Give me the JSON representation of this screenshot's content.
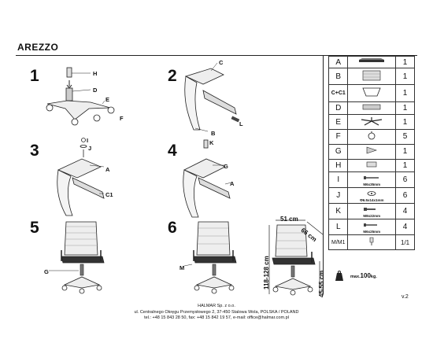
{
  "header": {
    "title": "AREZZO"
  },
  "steps": [
    {
      "number": "1",
      "labels": [
        "H",
        "D",
        "E",
        "F"
      ]
    },
    {
      "number": "2",
      "labels": [
        "C",
        "B",
        "L"
      ]
    },
    {
      "number": "3",
      "labels": [
        "I",
        "J",
        "A",
        "C1"
      ]
    },
    {
      "number": "4",
      "labels": [
        "K",
        "G",
        "A"
      ]
    },
    {
      "number": "5",
      "labels": [
        "G"
      ]
    },
    {
      "number": "6",
      "labels": [
        "M"
      ]
    }
  ],
  "dimensions": {
    "width": "51 cm",
    "depth": "66 cm",
    "height": "118-128 cm",
    "seat_height": "45-55 cm"
  },
  "parts": [
    {
      "letter": "A",
      "qty": "1"
    },
    {
      "letter": "B",
      "qty": "1"
    },
    {
      "letter": "C+C1",
      "qty": "1"
    },
    {
      "letter": "D",
      "qty": "1"
    },
    {
      "letter": "E",
      "qty": "1"
    },
    {
      "letter": "F",
      "qty": "5"
    },
    {
      "letter": "G",
      "qty": "1"
    },
    {
      "letter": "H",
      "qty": "1"
    },
    {
      "letter": "I",
      "qty": "6",
      "spec": "M6x35mm"
    },
    {
      "letter": "J",
      "qty": "6",
      "spec": "Φ6.5x14x1mm"
    },
    {
      "letter": "K",
      "qty": "4",
      "spec": "M8x22mm"
    },
    {
      "letter": "L",
      "qty": "4",
      "spec": "M6x25mm"
    },
    {
      "letter": "M/M1",
      "qty": "1/1"
    }
  ],
  "weight": {
    "prefix": "max.",
    "value": "100",
    "unit": "kg."
  },
  "version": "v.2",
  "footer": {
    "line1": "HALMAR Sp. z o.o.",
    "line2": "ul. Centralnego Okręgu Przemysłowego 2, 37-450 Stalowa Wola, POLSKA / POLAND",
    "line3": "tel.: +48 15 843 28 50, fax: +48 15 842 19 57, e-mail: office@halmar.com.pl"
  }
}
